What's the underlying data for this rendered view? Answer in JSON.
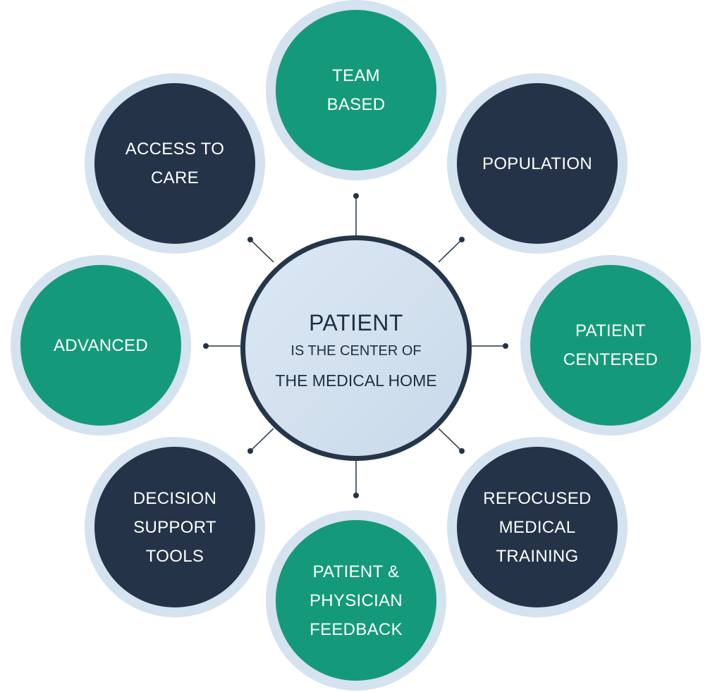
{
  "center": {
    "title": "PATIENT",
    "subtitle": "IS THE CENTER OF",
    "subtitle2": "THE MEDICAL HOME"
  },
  "nodes": [
    {
      "id": "team-based",
      "lines": [
        "TEAM",
        "BASED"
      ],
      "color": "#149a7a"
    },
    {
      "id": "population",
      "lines": [
        "POPULATION"
      ],
      "color": "#243347"
    },
    {
      "id": "patient-centered",
      "lines": [
        "PATIENT",
        "CENTERED"
      ],
      "color": "#149a7a"
    },
    {
      "id": "refocused-medical-training",
      "lines": [
        "REFOCUSED",
        "MEDICAL",
        "TRAINING"
      ],
      "color": "#243347"
    },
    {
      "id": "patient-physician-feedback",
      "lines": [
        "PATIENT &",
        "PHYSICIAN",
        "FEEDBACK"
      ],
      "color": "#149a7a"
    },
    {
      "id": "decision-support-tools",
      "lines": [
        "DECISION",
        "SUPPORT",
        "TOOLS"
      ],
      "color": "#243347"
    },
    {
      "id": "advanced",
      "lines": [
        "ADVANCED"
      ],
      "color": "#149a7a"
    },
    {
      "id": "access-to-care",
      "lines": [
        "ACCESS TO",
        "CARE"
      ],
      "color": "#243347"
    }
  ],
  "colors": {
    "ring": "#d5e2ef",
    "green": "#149a7a",
    "navy": "#243347",
    "connector": "#243347"
  }
}
